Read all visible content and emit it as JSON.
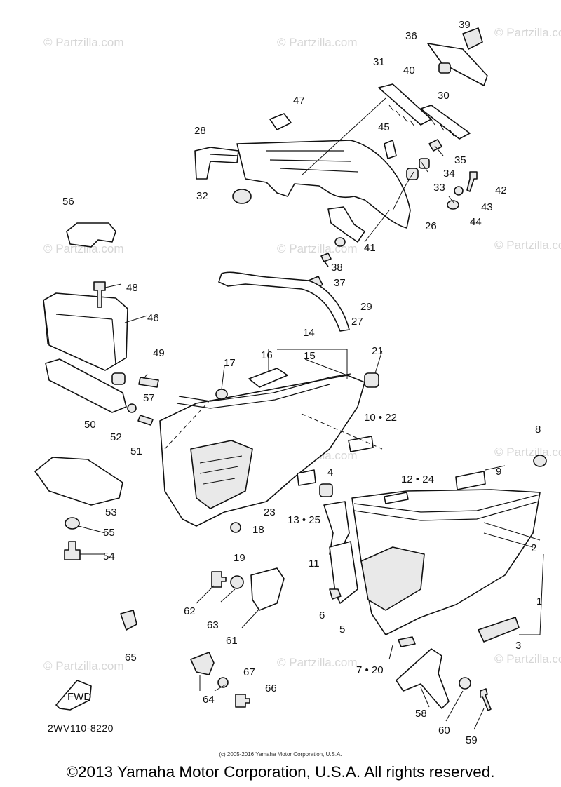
{
  "watermark": "© Partzilla.com",
  "diagram_code": "2WV110-8220",
  "small_copyright": "(c) 2005-2016 Yamaha Motor Corporation, U.S.A.",
  "footer_copyright": "©2013 Yamaha Motor Corporation, U.S.A. All rights reserved.",
  "fwd_label": "FWD",
  "callouts": [
    "1",
    "2",
    "3",
    "4",
    "5",
    "6",
    "7 • 20",
    "8",
    "9",
    "10 • 22",
    "11",
    "12 • 24",
    "13 • 25",
    "14",
    "15",
    "16",
    "17",
    "18",
    "19",
    "21",
    "23",
    "26",
    "27",
    "28",
    "29",
    "30",
    "31",
    "32",
    "33",
    "34",
    "35",
    "36",
    "37",
    "38",
    "39",
    "40",
    "41",
    "42",
    "43",
    "44",
    "45",
    "46",
    "47",
    "48",
    "49",
    "50",
    "51",
    "52",
    "53",
    "54",
    "55",
    "56",
    "57",
    "58",
    "59",
    "60",
    "61",
    "62",
    "63",
    "64",
    "65",
    "66",
    "67"
  ]
}
